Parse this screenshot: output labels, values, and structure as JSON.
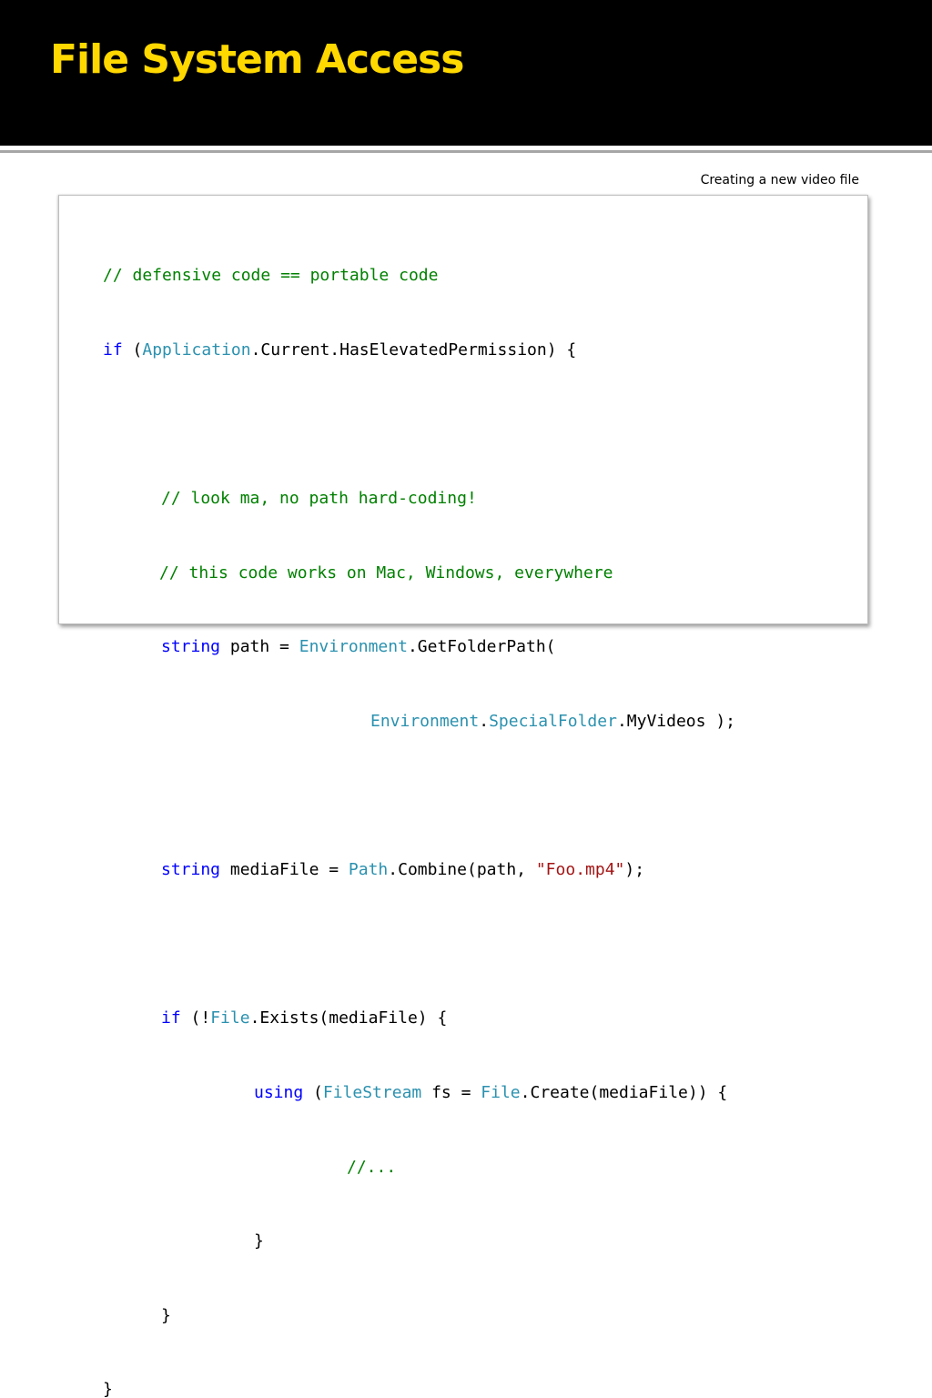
{
  "slide": {
    "title": "File System Access",
    "caption": "Creating a new video file"
  },
  "colors": {
    "title": "#ffd800",
    "header_bg": "#000000",
    "keyword": "#0000ff",
    "type": "#2b91af",
    "comment": "#008000",
    "string": "#a31515"
  },
  "code": {
    "l1": {
      "comment": "// defensive code == portable code"
    },
    "l2": {
      "kw_if": "if",
      "t1": " (",
      "type_app": "Application",
      "t2": ".Current.HasElevatedPermission) {"
    },
    "l4": {
      "comment": "// look ma, no path hard-coding!"
    },
    "l5": {
      "comment": "// this code works on Mac, Windows, everywhere"
    },
    "l6": {
      "kw_string": "string",
      "t1": " path = ",
      "type_env": "Environment",
      "t2": ".GetFolderPath("
    },
    "l7": {
      "type_env": "Environment",
      "t1": ".",
      "type_sf": "SpecialFolder",
      "t2": ".MyVideos );"
    },
    "l9": {
      "kw_string": "string",
      "t1": " mediaFile = ",
      "type_path": "Path",
      "t2": ".Combine(path, ",
      "str": "\"Foo.mp4\"",
      "t3": ");"
    },
    "l11": {
      "kw_if": "if",
      "t1": " (!",
      "type_file": "File",
      "t2": ".Exists(mediaFile) {"
    },
    "l12": {
      "kw_using": "using",
      "t1": " (",
      "type_fs": "FileStream",
      "t2": " fs = ",
      "type_file": "File",
      "t3": ".Create(mediaFile)) {"
    },
    "l13": {
      "comment": "//..."
    },
    "l14": {
      "t1": "}"
    },
    "l15": {
      "t1": "}"
    },
    "l16": {
      "t1": "}"
    }
  }
}
